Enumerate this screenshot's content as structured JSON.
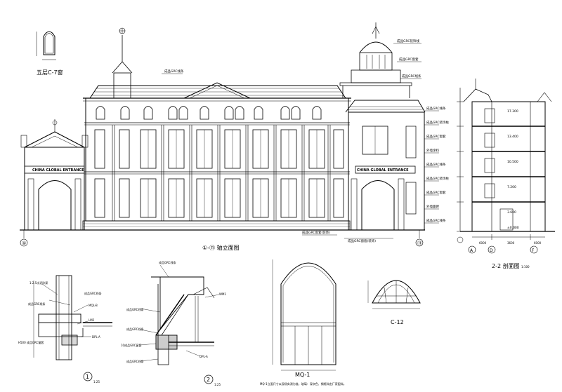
{
  "drawing": {
    "top_detail_title": "五层C-7窗",
    "elevation_title": "①-⑪ 轴立面图",
    "section_title": "2-2 剖面图",
    "section_scale": "1:100",
    "door_title": "MQ-1",
    "door_note": "MQ-1立面尺寸以现场实测为准，玻璃：深灰色、钢框料由厂家配料。",
    "arch_window_title": "C-12",
    "detail_1_number": "1",
    "detail_2_number": "2",
    "detail_scale": "1:25"
  },
  "elevation": {
    "entrance_sign_left": "CHINA GLOBAL ENTRANCE",
    "entrance_sign_right": "CHINA GLOBAL ENTRANCE",
    "axis_start": "①",
    "axis_end": "⑪",
    "callouts_top": [
      "成品GRC线条"
    ],
    "callouts_right": [
      "成品GRC线条",
      "成品GRC装饰柱",
      "成品GRC窗套",
      "外墙涂料",
      "成品GRC线条",
      "成品GRC装饰柱",
      "成品GRC窗套",
      "外墙面砖",
      "成品GRC线条"
    ],
    "callouts_dome": [
      "成品GRC装饰线",
      "成品GRC窗套",
      "成品GRC线条"
    ],
    "callouts_bottom": [
      "成品GRC窗套(装饰)",
      "成品GRC窗套(装饰)"
    ]
  },
  "section": {
    "axis_labels": [
      "A",
      "D",
      "F"
    ],
    "floor_levels": [
      "17.300",
      "13.400",
      "10.500",
      "7.200",
      "3.600",
      "±0.000"
    ],
    "dims_bottom": [
      "6000",
      "3600",
      "6000"
    ]
  },
  "details": {
    "detail1_labels": [
      "1:2.5水泥砂浆",
      "成品GRC线条",
      "MQL-B",
      "LM2",
      "DPL-A",
      "成品GRC线条",
      "H500 成品GRC窗套"
    ],
    "detail2_labels": [
      "成品GRC线条",
      "成品GRC线条",
      "WM1",
      "成品GRC线条",
      "10成品GRC窗套",
      "DPL-A",
      "成品GRC线条"
    ]
  },
  "colors": {
    "line": "#000000",
    "background": "#ffffff"
  }
}
